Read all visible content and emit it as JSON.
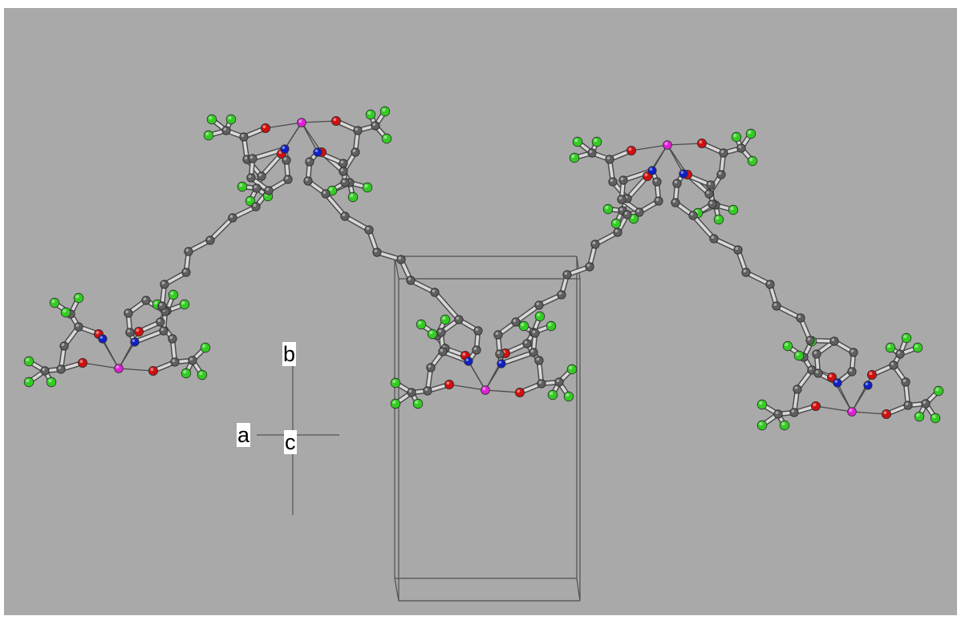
{
  "colors": {
    "background": "#a9a9a9",
    "bond": "#d8d8d8",
    "bond_outline": "#4a4a4a",
    "carbon": "#5f5f5f",
    "oxygen": "#d01010",
    "nitrogen": "#1020c8",
    "fluorine": "#33cc22",
    "metal": "#e020d8",
    "cell_edge": "#505050",
    "axis_line": "#555555",
    "label_background": "#ffffff",
    "label_text": "#000000"
  },
  "axes": {
    "a": "a",
    "b": "b",
    "c": "c"
  },
  "structure": {
    "atom_types": [
      "carbon",
      "oxygen",
      "nitrogen",
      "fluorine",
      "metal"
    ],
    "complexes": 5,
    "bridging_ligands": 4
  }
}
